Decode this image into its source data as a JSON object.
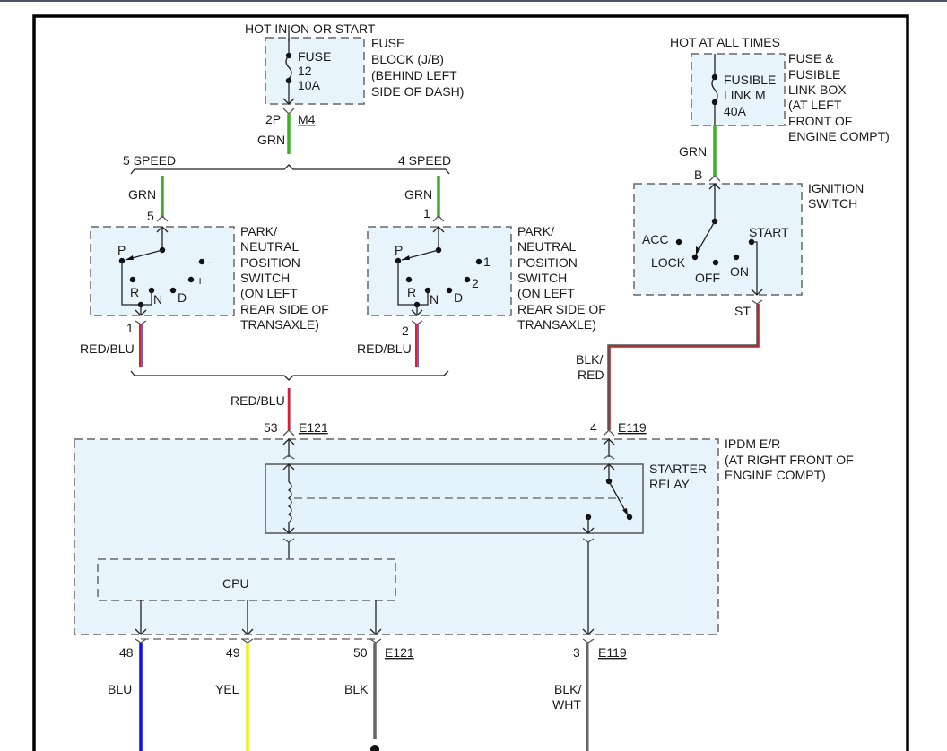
{
  "diagram": {
    "title": "Starting System Wiring Diagram",
    "fuse_block": {
      "power_label": "HOT IN ON OR START",
      "fuse_lines": [
        "FUSE",
        "12",
        "10A"
      ],
      "location_lines": [
        "FUSE",
        "BLOCK (J/B)",
        "(BEHIND LEFT",
        "SIDE OF DASH)"
      ],
      "pin": "2P",
      "connector": "M4",
      "wire_color": "GRN"
    },
    "fusible_link": {
      "power_label": "HOT AT ALL TIMES",
      "fuse_lines": [
        "FUSIBLE",
        "LINK M",
        "40A"
      ],
      "location_lines": [
        "FUSE &",
        "FUSIBLE",
        "LINK BOX",
        "(AT LEFT",
        "FRONT OF",
        "ENGINE COMPT)"
      ],
      "wire_color": "GRN"
    },
    "branch_labels": {
      "left": "5 SPEED",
      "right": "4 SPEED"
    },
    "pnp_switch_5spd": {
      "wire_in_color": "GRN",
      "pin_in": "5",
      "pin_out": "1",
      "wire_out_color": "RED/BLU",
      "positions": {
        "p": "P",
        "r": "R",
        "n": "N",
        "d": "D",
        "a": "-",
        "b": "+"
      },
      "location_lines": [
        "PARK/",
        "NEUTRAL",
        "POSITION",
        "SWITCH",
        "(ON LEFT",
        "REAR SIDE OF",
        "TRANSAXLE)"
      ]
    },
    "pnp_switch_4spd": {
      "wire_in_color": "GRN",
      "pin_in": "1",
      "pin_out": "2",
      "wire_out_color": "RED/BLU",
      "positions": {
        "p": "P",
        "r": "R",
        "n": "N",
        "d": "D",
        "a": "1",
        "b": "2"
      },
      "location_lines": [
        "PARK/",
        "NEUTRAL",
        "POSITION",
        "SWITCH",
        "(ON LEFT",
        "REAR SIDE OF",
        "TRANSAXLE)"
      ]
    },
    "ignition_switch": {
      "pin_in": "B",
      "pin_out": "ST",
      "positions": {
        "acc": "ACC",
        "lock": "LOCK",
        "off": "OFF",
        "on": "ON",
        "start": "START"
      },
      "title_lines": [
        "IGNITION",
        "SWITCH"
      ],
      "wire_out_color_lines": [
        "BLK/",
        "RED"
      ]
    },
    "merged_wire": {
      "color": "RED/BLU",
      "pin": "53",
      "connector": "E121"
    },
    "ipdm": {
      "title_lines": [
        "IPDM E/R",
        "(AT RIGHT FRONT OF",
        "ENGINE COMPT)"
      ],
      "relay_title_lines": [
        "STARTER",
        "RELAY"
      ],
      "cpu_label": "CPU",
      "pin_ign": "4",
      "connector_ign": "E119"
    },
    "outputs": [
      {
        "pin": "48",
        "color": "BLU",
        "hex": "#1010ee"
      },
      {
        "pin": "49",
        "color": "YEL",
        "hex": "#f2ee10"
      },
      {
        "pin": "50",
        "color": "BLK",
        "connector": "E121",
        "hex": "#666666"
      },
      {
        "pin": "3",
        "color_lines": [
          "BLK/",
          "WHT"
        ],
        "connector": "E119",
        "hex": "#666666"
      }
    ],
    "wire_colors": {
      "grn": "#3fae29",
      "red": "#e02020",
      "blu": "#2a2aee",
      "blk": "#5a5a5a"
    }
  }
}
